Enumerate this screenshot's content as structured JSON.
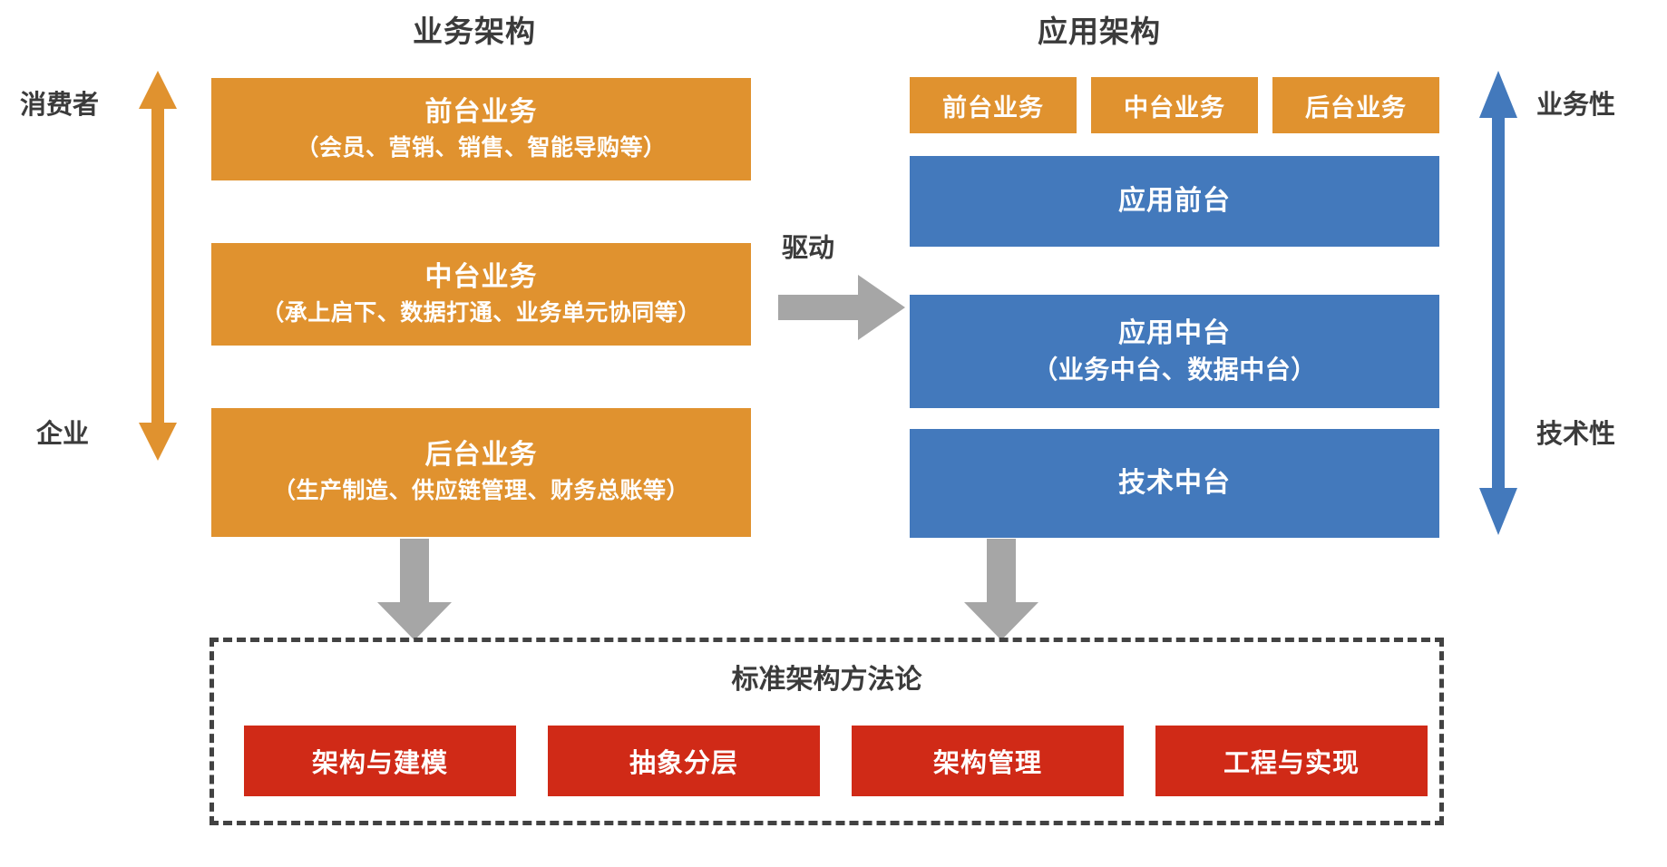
{
  "diagram": {
    "left_section": {
      "title": "业务架构",
      "axis_top_label": "消费者",
      "axis_bottom_label": "企业",
      "axis_color": "#E0922F",
      "blocks": [
        {
          "title": "前台业务",
          "subtitle": "（会员、营销、销售、智能导购等）"
        },
        {
          "title": "中台业务",
          "subtitle": "（承上启下、数据打通、业务单元协同等）"
        },
        {
          "title": "后台业务",
          "subtitle": "（生产制造、供应链管理、财务总账等）"
        }
      ]
    },
    "connector": {
      "label": "驱动",
      "color": "#A6A6A6"
    },
    "right_section": {
      "title": "应用架构",
      "axis_top_label": "业务性",
      "axis_bottom_label": "技术性",
      "axis_color": "#4379BC",
      "chips": [
        "前台业务",
        "中台业务",
        "后台业务"
      ],
      "blocks": [
        {
          "title": "应用前台",
          "subtitle": ""
        },
        {
          "title": "应用中台",
          "subtitle": "（业务中台、数据中台）"
        },
        {
          "title": "技术中台",
          "subtitle": ""
        }
      ]
    },
    "methodology": {
      "title": "标准架构方法论",
      "items": [
        "架构与建模",
        "抽象分层",
        "架构管理",
        "工程与实现"
      ],
      "item_color": "#D02A17",
      "frame_color": "#424242"
    }
  }
}
